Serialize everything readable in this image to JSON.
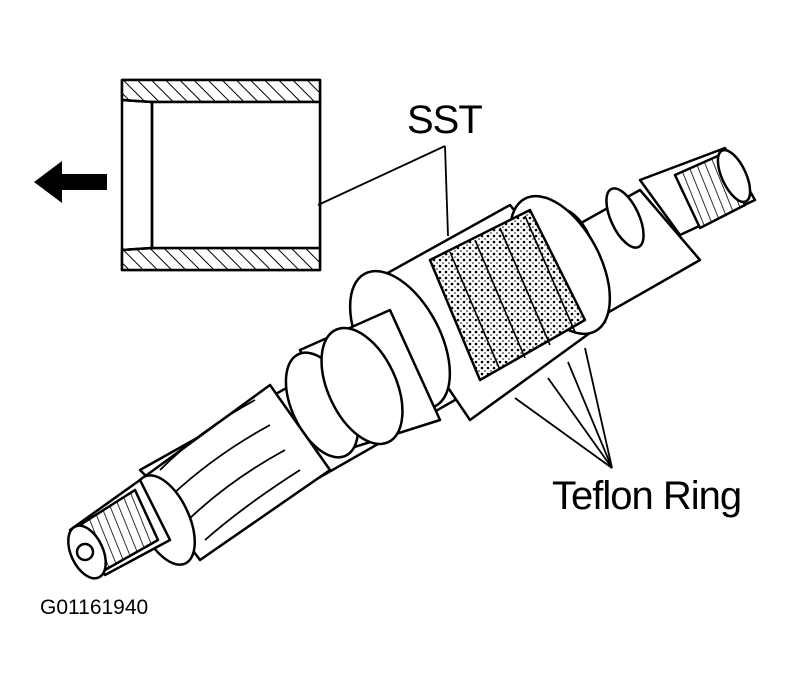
{
  "labels": {
    "sst": "SST",
    "teflon_ring": "Teflon Ring",
    "figure_code": "G01161940"
  },
  "colors": {
    "ink": "#000000",
    "paper": "#ffffff"
  },
  "icons": {
    "direction_arrow": "arrow-left-icon"
  }
}
